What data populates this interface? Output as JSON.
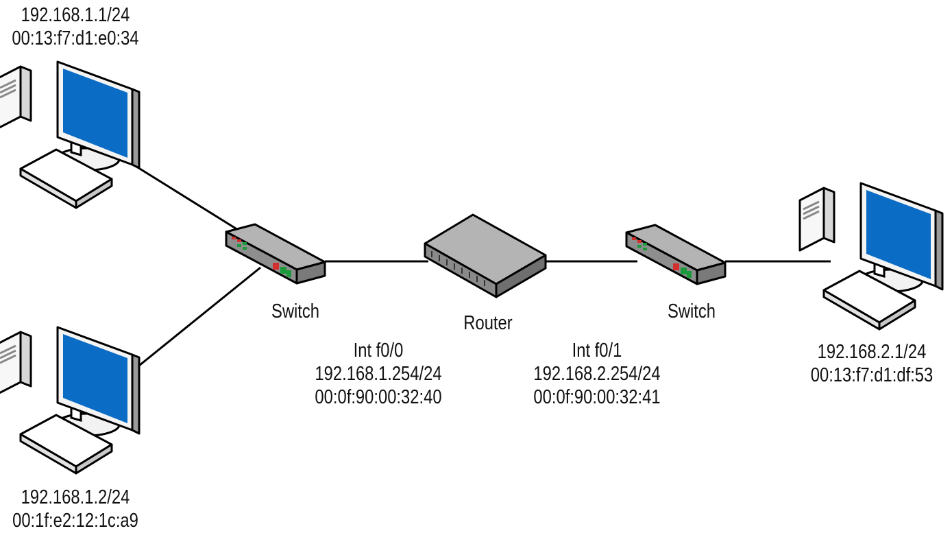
{
  "colors": {
    "screen": "#0a6cc4",
    "monitor_frame": "#000000",
    "device_body": "#8e8e8e",
    "device_top": "#b4b4b4",
    "led_red": "#d32f2f",
    "led_green": "#1a9a3a",
    "cable": "#000000"
  },
  "icons": {
    "computer": "desktop-computer-icon",
    "switch": "network-switch-icon",
    "router": "router-icon"
  },
  "hosts": [
    {
      "ip": "192.168.1.1/24",
      "mac": "00:13:f7:d1:e0:34"
    },
    {
      "ip": "192.168.1.2/24",
      "mac": "00:1f:e2:12:1c:a9"
    },
    {
      "ip": "192.168.2.1/24",
      "mac": "00:13:f7:d1:df:53"
    }
  ],
  "switches": [
    {
      "label": "Switch"
    },
    {
      "label": "Switch"
    }
  ],
  "router": {
    "label": "Router",
    "interfaces": [
      {
        "name": "Int f0/0",
        "ip": "192.168.1.254/24",
        "mac": "00:0f:90:00:32:40"
      },
      {
        "name": "Int f0/1",
        "ip": "192.168.2.254/24",
        "mac": "00:0f:90:00:32:41"
      }
    ]
  }
}
